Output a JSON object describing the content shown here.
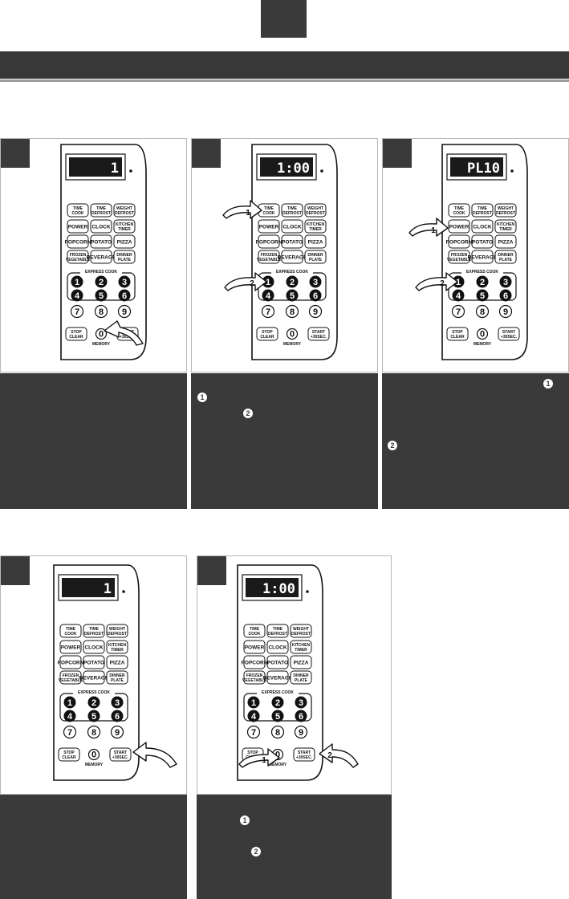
{
  "panels": [
    {
      "display": "1",
      "keys": {
        "time_cook": [
          "TIME",
          "COOK"
        ],
        "time_defrost": [
          "TIME",
          "DEFROST"
        ],
        "weight_defrost": [
          "WEIGHT",
          "DEFROST"
        ],
        "power": "POWER",
        "clock": "CLOCK",
        "kitchen_timer": [
          "KITCHEN",
          "TIMER"
        ],
        "popcorn": "POPCORN",
        "potato": "POTATO",
        "pizza": "PIZZA",
        "frozen_vegetable": [
          "FROZEN",
          "VEGETABLE"
        ],
        "beverage": "BEVERAGE",
        "dinner_plate": [
          "DINNER",
          "PLATE"
        ],
        "express_cook": "EXPRESS COOK",
        "n1": "1",
        "n2": "2",
        "n3": "3",
        "n4": "4",
        "n5": "5",
        "n6": "6",
        "n7": "7",
        "n8": "8",
        "n9": "9",
        "n0": "0",
        "stop": [
          "STOP",
          "CLEAR"
        ],
        "memory": "MEMORY",
        "start": [
          "START",
          "+30SEC."
        ]
      }
    },
    {
      "display": "1:00",
      "arrow1": "1",
      "arrow2": "2"
    },
    {
      "display": "PL10",
      "arrow1": "1",
      "arrow2": "2"
    },
    {
      "display": "1"
    },
    {
      "display": "1:00",
      "arrow1": "1",
      "arrow2": "2"
    }
  ],
  "markers": {
    "one": "1",
    "two": "2"
  }
}
